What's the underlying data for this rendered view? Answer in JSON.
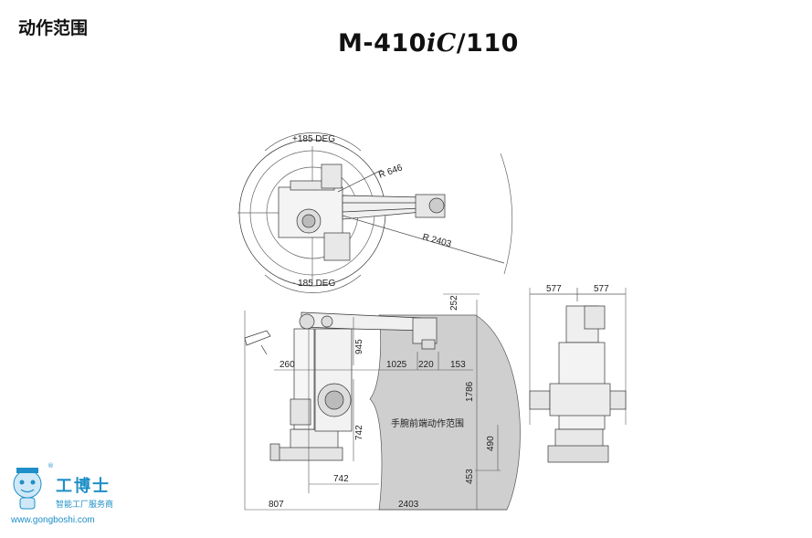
{
  "header": {
    "section_title": "动作范围",
    "model_prefix": "M-410",
    "model_ic": "iC",
    "model_suffix": "/110"
  },
  "top_view": {
    "rotation_plus": "+185 DEG",
    "rotation_minus": "- 185 DEG",
    "radius_inner": "R 646",
    "radius_outer": "R 2403"
  },
  "side_view": {
    "dims": {
      "d252": "252",
      "d945": "945",
      "d260": "260",
      "d1025": "1025",
      "d220": "220",
      "d153": "153",
      "d1786": "1786",
      "d742_v": "742",
      "d490": "490",
      "d453": "453",
      "d742_h": "742",
      "d807": "807",
      "d2403": "2403"
    },
    "zone_label": "手腕前端动作范围"
  },
  "front_view": {
    "width_left": "577",
    "width_right": "577"
  },
  "logo": {
    "name": "工博士",
    "tagline": "智能工厂服务商",
    "url": "www.gongboshi.com",
    "reg": "®"
  }
}
